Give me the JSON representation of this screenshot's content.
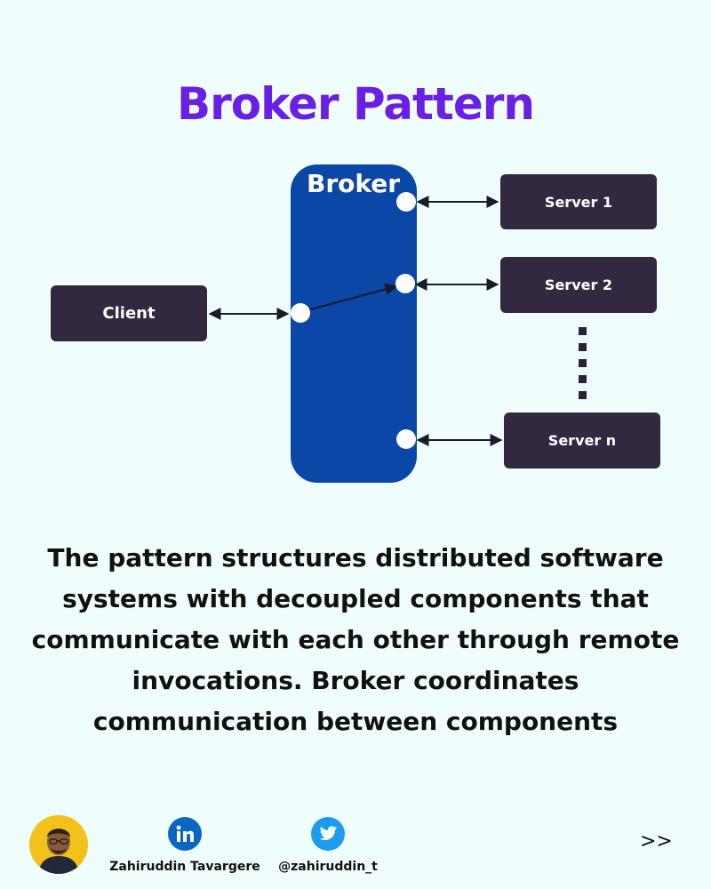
{
  "title": "Broker Pattern",
  "diagram": {
    "broker_label": "Broker",
    "client_label": "Client",
    "servers": [
      "Server 1",
      "Server 2",
      "Server n"
    ]
  },
  "description": {
    "lines": [
      "The pattern structures distributed software",
      "systems with decoupled components that",
      "communicate with each other through remote",
      "invocations. Broker coordinates",
      "communication between components"
    ]
  },
  "footer": {
    "author_name": "Zahiruddin Tavargere",
    "twitter_handle": "@zahiruddin_t",
    "next_label": ">>",
    "linkedin_icon": "linkedin-icon",
    "twitter_icon": "twitter-icon"
  },
  "colors": {
    "background": "#effdfd",
    "title": "#6a1fe6",
    "broker": "#0a47a7",
    "node": "#322840",
    "linkedin": "#0a66c2",
    "twitter": "#1d9bf0"
  }
}
